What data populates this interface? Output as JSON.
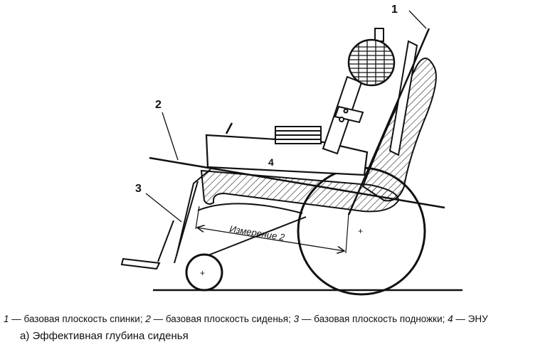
{
  "figure": {
    "callouts": [
      "1",
      "2",
      "3",
      "4"
    ],
    "measurement_label": "Измерение 2"
  },
  "legend": [
    {
      "num": "1",
      "text": " — базовая плоскость спинки; "
    },
    {
      "num": "2",
      "text": " — базовая плоскость сиденья; "
    },
    {
      "num": "3",
      "text": " — базовая плоскость подножки; "
    },
    {
      "num": "4",
      "text": " — ЭНУ"
    }
  ],
  "subcaption": "а) Эффективная глубина сиденья"
}
